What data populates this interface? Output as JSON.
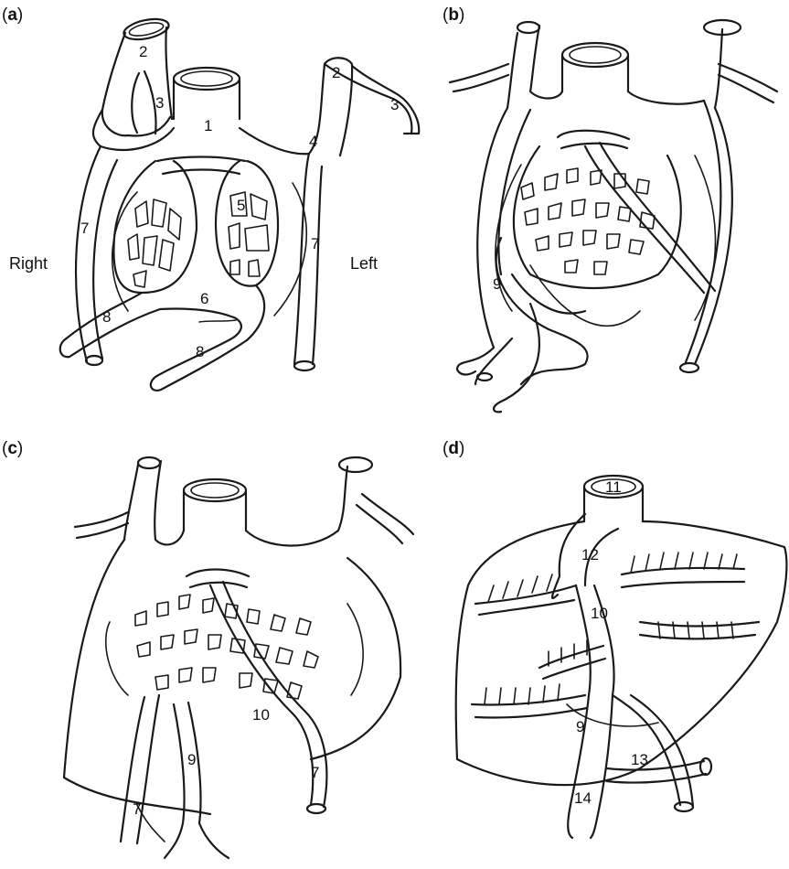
{
  "panels": [
    {
      "id": "a",
      "prefix": "(",
      "letter": "a",
      "suffix": ")"
    },
    {
      "id": "b",
      "prefix": "(",
      "letter": "b",
      "suffix": ")"
    },
    {
      "id": "c",
      "prefix": "(",
      "letter": "c",
      "suffix": ")"
    },
    {
      "id": "d",
      "prefix": "(",
      "letter": "d",
      "suffix": ")"
    }
  ],
  "side_labels": {
    "right": "Right",
    "left": "Left"
  },
  "numbers": {
    "n1": "1",
    "n2": "2",
    "n3": "3",
    "n4": "4",
    "n5": "5",
    "n6": "6",
    "n7": "7",
    "n8": "8",
    "n9": "9",
    "n10": "10",
    "n11": "11",
    "n12": "12",
    "n13": "13",
    "n14": "14"
  }
}
